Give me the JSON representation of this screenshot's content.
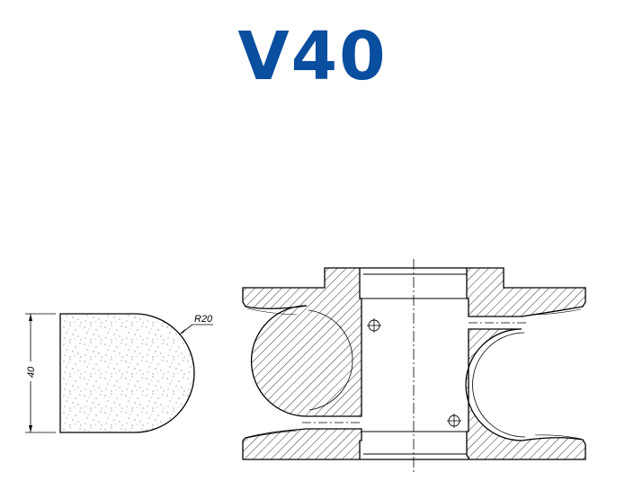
{
  "title": "V40",
  "colors": {
    "title": "#0a4ea0",
    "line": "#000000",
    "hatch": "#000000",
    "background": "#ffffff"
  },
  "profile_view": {
    "radius_label": "R20",
    "height_label": "40"
  },
  "section_view": {
    "description": "Cross-section of V40 grinding wheel with concave semicircular profile, hatched body, central bore and dash-dot centerline"
  }
}
